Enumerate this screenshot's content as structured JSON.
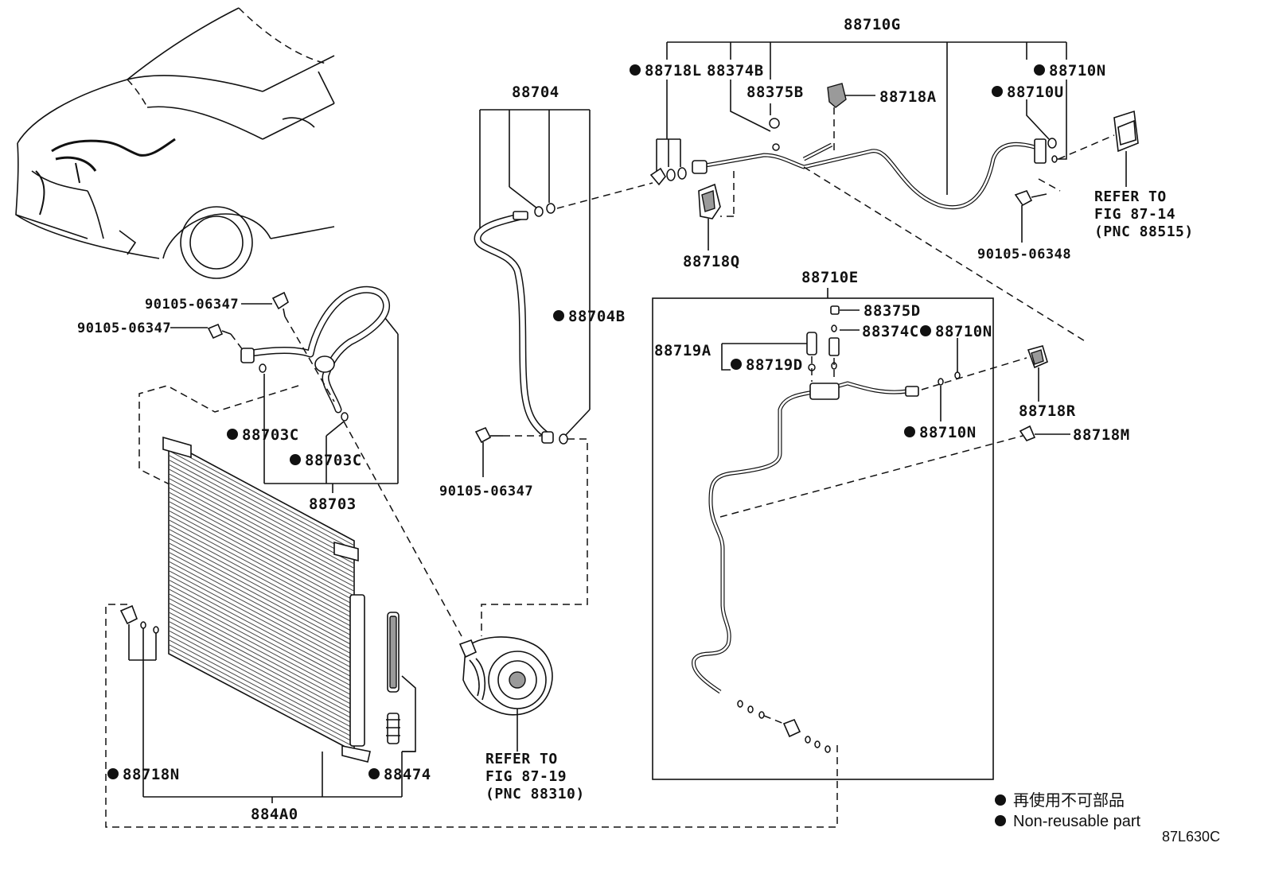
{
  "labels": {
    "p88710G": "88710G",
    "p88718L": "88718L",
    "p88374B": "88374B",
    "p88375B": "88375B",
    "p88718A": "88718A",
    "p88710N_top": "88710N",
    "p88710U": "88710U",
    "p88718Q": "88718Q",
    "p88704": "88704",
    "p88704B": "88704B",
    "bolt_90105_06348": "90105-06348",
    "bolt_90105_06347_a": "90105-06347",
    "bolt_90105_06347_b": "90105-06347",
    "bolt_90105_06347_c": "90105-06347",
    "p88703C_a": "88703C",
    "p88703C_b": "88703C",
    "p88703": "88703",
    "p88710E": "88710E",
    "p88375D": "88375D",
    "p88374C": "88374C",
    "p88710N_mid": "88710N",
    "p88719A": "88719A",
    "p88719D": "88719D",
    "p88710N_low": "88710N",
    "p88718R": "88718R",
    "p88718M": "88718M",
    "p88718N": "88718N",
    "p88474": "88474",
    "p884A0": "884A0"
  },
  "refs": {
    "ref_top": [
      "REFER TO",
      "FIG 87-14",
      "(PNC 88515)"
    ],
    "ref_bottom": [
      "REFER TO",
      "FIG 87-19",
      "(PNC 88310)"
    ]
  },
  "legend": {
    "jp": "再使用不可部品",
    "en": "Non-reusable part"
  },
  "figure_code": "87L630C"
}
